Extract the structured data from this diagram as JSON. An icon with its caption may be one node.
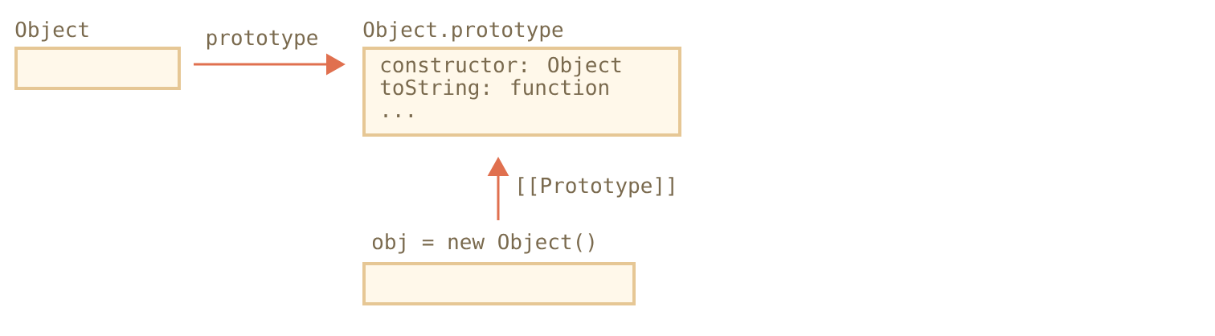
{
  "diagram": {
    "nodes": [
      {
        "text": [
          "Object"
        ]
      },
      {
        "text": [
          "Object.prototype",
          "constructor: Object",
          "toString: function",
          "..."
        ]
      },
      {
        "text": [
          "obj = new Object()"
        ]
      }
    ],
    "edges": [
      {
        "from": 0,
        "to": 1,
        "arrow": "to",
        "label": "prototype"
      },
      {
        "from": 2,
        "to": 1,
        "arrow": "to",
        "label": "[[Prototype]]"
      }
    ]
  }
}
